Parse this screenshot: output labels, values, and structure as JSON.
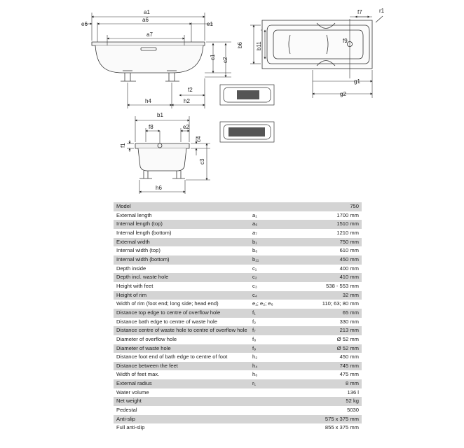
{
  "drawing_labels": {
    "a1": "a1",
    "a6": "a6",
    "a7": "a7",
    "e6": "e6",
    "e1": "e1",
    "b6": "b6",
    "b11": "b11",
    "c1": "c1",
    "c2": "c2",
    "f7": "f7",
    "f9": "f9",
    "r1": "r1",
    "g1": "g1",
    "g2": "g2",
    "f2": "f2",
    "h4": "h4",
    "h2": "h2",
    "b1": "b1",
    "f8": "f8",
    "e2": "e2",
    "c4": "c4",
    "f1": "f1",
    "c3": "c3",
    "h6": "h6"
  },
  "specs": [
    {
      "label": "Model",
      "symbol": "",
      "value": "750"
    },
    {
      "label": "External length",
      "symbol": "a₁",
      "value": "1700 mm"
    },
    {
      "label": "Internal length (top)",
      "symbol": "a₆",
      "value": "1510 mm"
    },
    {
      "label": "Internal length (bottom)",
      "symbol": "a₇",
      "value": "1210 mm"
    },
    {
      "label": "External width",
      "symbol": "b₁",
      "value": "750 mm"
    },
    {
      "label": "Internal width (top)",
      "symbol": "b₆",
      "value": "610 mm"
    },
    {
      "label": "Internal width (bottom)",
      "symbol": "b₁₁",
      "value": "450 mm"
    },
    {
      "label": "Depth inside",
      "symbol": "c₁",
      "value": "400 mm"
    },
    {
      "label": "Depth incl. waste hole",
      "symbol": "c₂",
      "value": "410 mm"
    },
    {
      "label": "Height with feet",
      "symbol": "c₃",
      "value": "538 - 553 mm"
    },
    {
      "label": "Height of rim",
      "symbol": "c₄",
      "value": "32 mm"
    },
    {
      "label": "Width of rim (foot end; long side; head end)",
      "symbol": "e₁; e₂; e₆",
      "value": "110; 63; 80 mm"
    },
    {
      "label": "Distance top edge to centre of overflow hole",
      "symbol": "f₁",
      "value": "65 mm"
    },
    {
      "label": "Distance bath edge to centre of waste hole",
      "symbol": "f₂",
      "value": "330 mm"
    },
    {
      "label": "Distance centre of waste hole to centre of overflow hole",
      "symbol": "f₇",
      "value": "213 mm"
    },
    {
      "label": "Diameter of overflow hole",
      "symbol": "f₈",
      "value": "Ø 52 mm"
    },
    {
      "label": "Diameter of waste hole",
      "symbol": "f₉",
      "value": "Ø 52 mm"
    },
    {
      "label": "Distance foot end of bath edge to centre of foot",
      "symbol": "h₂",
      "value": "450 mm"
    },
    {
      "label": "Distance between the feet",
      "symbol": "h₄",
      "value": "745 mm"
    },
    {
      "label": "Width of feet max.",
      "symbol": "h₆",
      "value": "475 mm"
    },
    {
      "label": "External radius",
      "symbol": "r₁",
      "value": "8 mm"
    },
    {
      "label": "Water volume",
      "symbol": "",
      "value": "136 l"
    },
    {
      "label": "Net weight",
      "symbol": "",
      "value": "52 kg"
    },
    {
      "label": "Pedestal",
      "symbol": "",
      "value": "5030"
    },
    {
      "label": "Anti-slip",
      "symbol": "",
      "value": "575 x 375 mm"
    },
    {
      "label": "Full anti-slip",
      "symbol": "",
      "value": "855 x 375 mm"
    }
  ]
}
